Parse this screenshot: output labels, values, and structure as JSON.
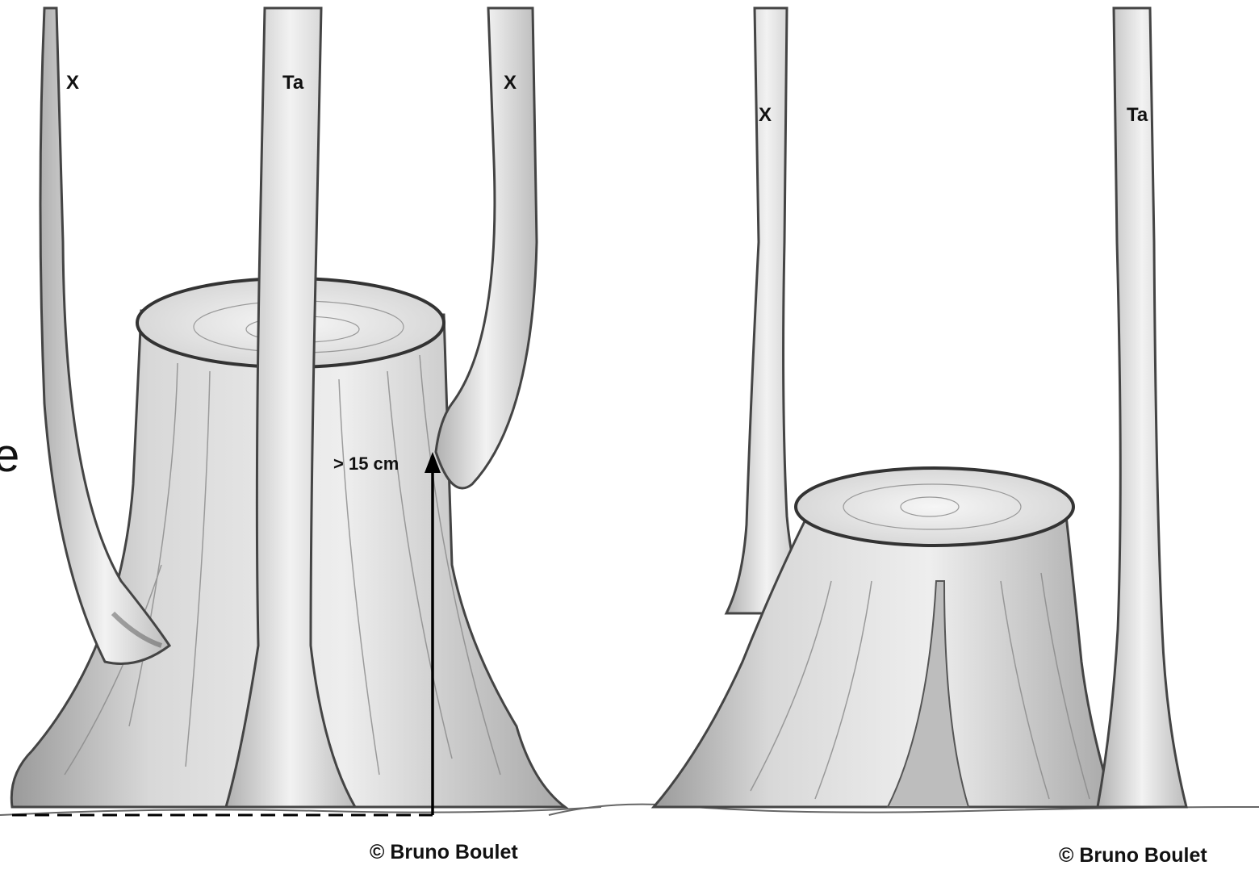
{
  "panels": [
    {
      "stem_labels": [
        "X",
        "Ta",
        "X"
      ],
      "measurement": "> 15 cm",
      "credit": "© Bruno Boulet"
    },
    {
      "stem_labels": [
        "X",
        "Ta"
      ],
      "credit": "© Bruno Boulet"
    }
  ],
  "edge_fragment": "e"
}
